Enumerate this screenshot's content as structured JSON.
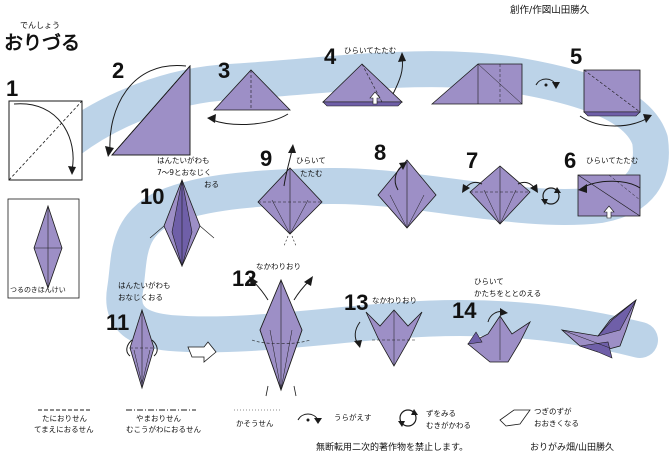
{
  "header": {
    "title_ruby": "でんしょう",
    "title": "おりづる",
    "credit": "創作/作図山田勝久"
  },
  "steps": {
    "s1": "1",
    "s2": "2",
    "s3": "3",
    "s4": "4",
    "s5": "5",
    "s6": "6",
    "s7": "7",
    "s8": "8",
    "s9": "9",
    "s10": "10",
    "s11": "11",
    "s12": "12",
    "s13": "13",
    "s14": "14"
  },
  "notes": {
    "s4": "ひらいてたたむ",
    "s6": "ひらいてたたむ",
    "s9_line1": "ひらいて",
    "s9_line2": "たたむ",
    "s10_line1": "はんたいがわも",
    "s10_line2": "7〜9とおなじく",
    "s10_line3": "おる",
    "s11_line1": "はんたいがわも",
    "s11_line2": "おなじくおる",
    "s12": "なかわりおり",
    "s13": "なかわりおり",
    "s14_line1": "ひらいて",
    "s14_line2": "かたちをととのえる",
    "base_label": "つるのきほんけい"
  },
  "legend": {
    "valley_line1": "たにおりせん",
    "valley_line2": "てまえにおるせん",
    "mountain_line1": "やまおりせん",
    "mountain_line2": "むこうがわにおるせん",
    "crease": "かそうせん",
    "turn_over": "うらがえす",
    "rotate_line1": "ずをみる",
    "rotate_line2": "むきがかわる",
    "zoom_line1": "つぎのずが",
    "zoom_line2": "おおきくなる"
  },
  "footer": {
    "notice": "無断転用二次的著作物を禁止します。",
    "publisher": "おりがみ畑/山田勝久"
  },
  "colors": {
    "paper": "#9d8fc6",
    "paper_dark": "#6f5fa8",
    "path": "#bcd3e8",
    "outline": "#1a1a1a"
  }
}
